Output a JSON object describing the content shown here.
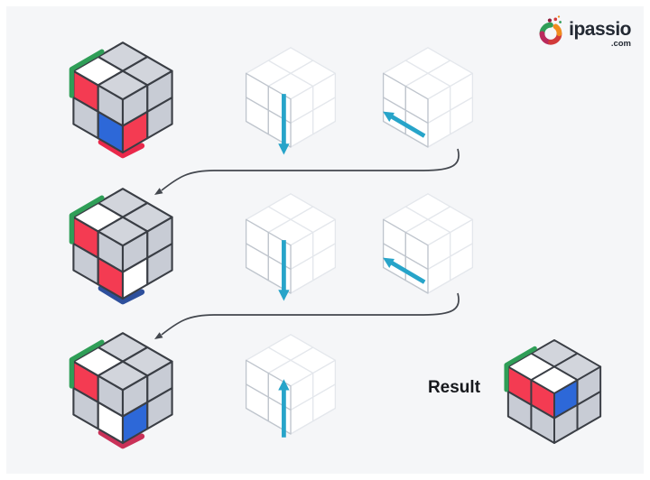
{
  "header": {
    "brand": "ipassio",
    "brand_tld": ".com"
  },
  "result": {
    "label": "Result"
  },
  "colors": {
    "background": "#f5f6f8",
    "frame": "#ffffff",
    "outline": "#3a3e45",
    "tile_gray": "#c8ccd5",
    "tile_gray_top": "#d2d5dc",
    "tile_white": "#ffffff",
    "tile_red": "#f43b52",
    "tile_blue": "#2d68d8",
    "edge_green": "#2f9e57",
    "ghost_fill": "#ffffff",
    "ghost_stroke": "#bfc5cd",
    "ghost_stroke_light": "#e4e7ec",
    "move_arrow": "#27a4c9",
    "connector": "#43474e",
    "sliver_red": "#e9294b",
    "sliver_navy": "#2d4f9c",
    "sliver_crimson": "#c93158",
    "text": "#17191d",
    "brand_text": "#232933"
  },
  "cubes": {
    "step1": {
      "top": [
        "G",
        "G",
        "W",
        "G"
      ],
      "left": [
        "R",
        "G",
        "G",
        "B"
      ],
      "right": [
        "G",
        "G",
        "R",
        "G"
      ],
      "green_edge": true,
      "sliver": "sliver_red"
    },
    "move1a": {
      "ghost": true,
      "arrow": "down"
    },
    "move1b": {
      "ghost": true,
      "arrow": "left"
    },
    "step2": {
      "top": [
        "G",
        "G",
        "W",
        "G"
      ],
      "left": [
        "R",
        "G",
        "G",
        "R"
      ],
      "right": [
        "G",
        "G",
        "W",
        "G"
      ],
      "green_edge": true,
      "sliver": "sliver_navy"
    },
    "move2a": {
      "ghost": true,
      "arrow": "down"
    },
    "move2b": {
      "ghost": true,
      "arrow": "left"
    },
    "step3": {
      "top": [
        "G",
        "G",
        "W",
        "G"
      ],
      "left": [
        "R",
        "G",
        "G",
        "W"
      ],
      "right": [
        "G",
        "G",
        "B",
        "G"
      ],
      "green_edge": true,
      "sliver": "sliver_crimson"
    },
    "move3a": {
      "ghost": true,
      "arrow": "up"
    },
    "result": {
      "top": [
        "G",
        "G",
        "W",
        "W"
      ],
      "left": [
        "R",
        "R",
        "G",
        "G"
      ],
      "right": [
        "B",
        "G",
        "G",
        "G"
      ],
      "green_edge": true,
      "sliver": null
    }
  }
}
